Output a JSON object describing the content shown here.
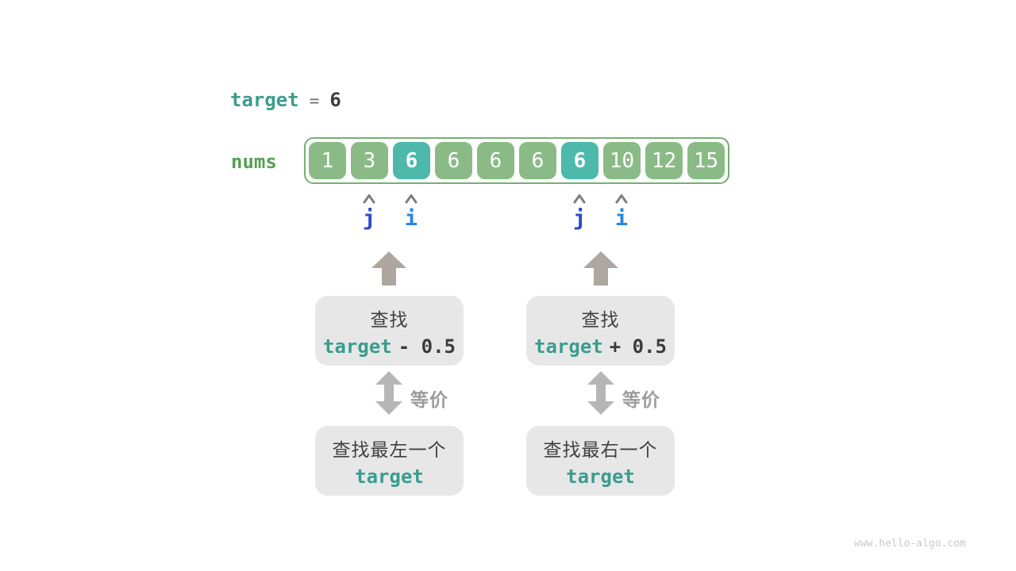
{
  "colors": {
    "teal_text": "#3b9c8d",
    "dark_text": "#3c3c3c",
    "nums_green": "#55a055",
    "cell_green": "#8abb87",
    "cell_border_green": "#74b171",
    "cell_teal_highlight": "#4cb9ab",
    "pointer_j_blue": "#2c49c8",
    "pointer_i_blue": "#2589e0",
    "up_arrow_gray": "#aea79f",
    "equiv_arrow_gray": "#b6b6b6",
    "panel_gray": "#e7e7e7"
  },
  "header": {
    "var_name": "target",
    "equals_sign": "=",
    "value": "6"
  },
  "array": {
    "label": "nums",
    "cells": [
      {
        "value": "1"
      },
      {
        "value": "3"
      },
      {
        "value": "6"
      },
      {
        "value": "6"
      },
      {
        "value": "6"
      },
      {
        "value": "6"
      },
      {
        "value": "6"
      },
      {
        "value": "10"
      },
      {
        "value": "12"
      },
      {
        "value": "15"
      }
    ],
    "highlighted_indexes": [
      2,
      6
    ]
  },
  "pointers": [
    {
      "label": "j"
    },
    {
      "label": "i"
    },
    {
      "label": "j"
    },
    {
      "label": "i"
    }
  ],
  "flows": [
    {
      "search_label": "查找",
      "search_var": "target",
      "search_op": "- 0.5",
      "equiv_label": "等价",
      "result_label": "查找最左一个",
      "result_var": "target"
    },
    {
      "search_label": "查找",
      "search_var": "target",
      "search_op": "+ 0.5",
      "equiv_label": "等价",
      "result_label": "查找最右一个",
      "result_var": "target"
    }
  ],
  "watermark": "www.hello-algo.com"
}
